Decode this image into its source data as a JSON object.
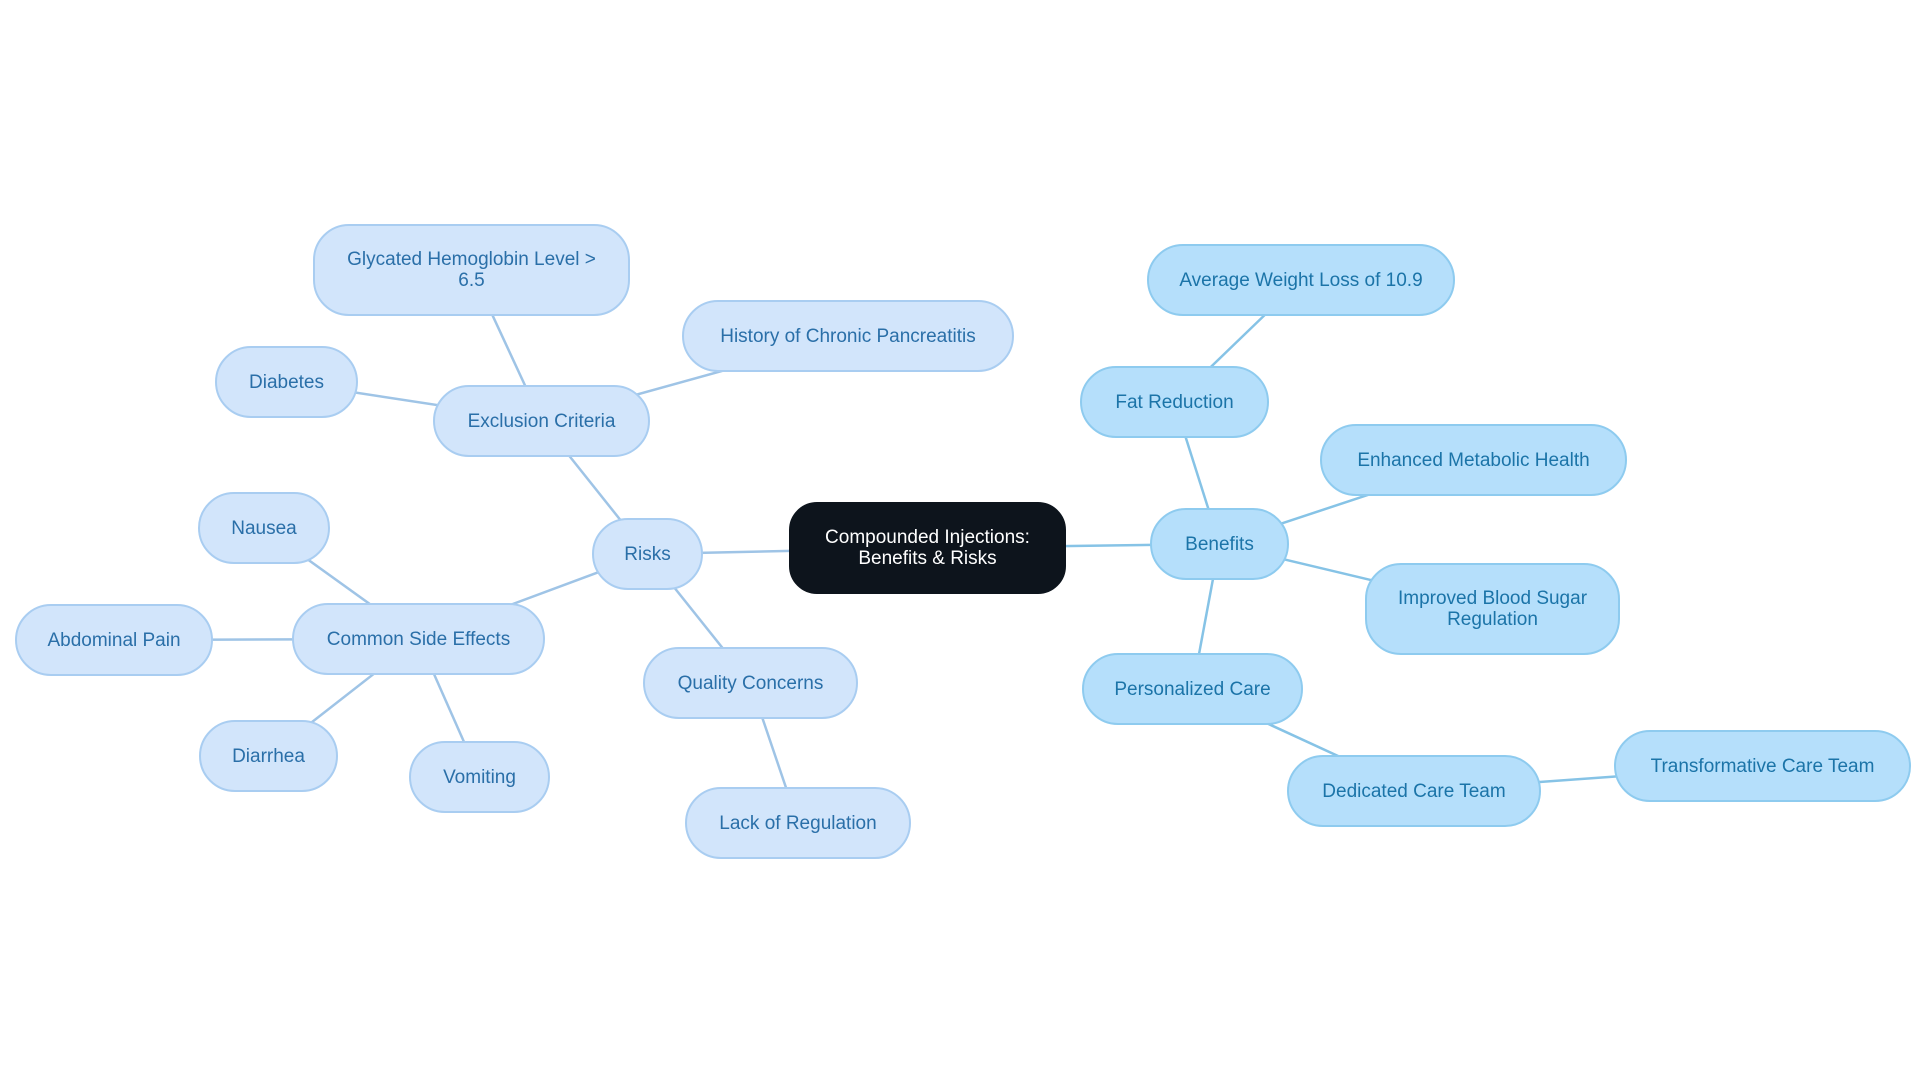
{
  "colors": {
    "center_fill": "#0d141c",
    "center_text": "#ffffff",
    "risk_fill": "#d2e5fb",
    "risk_border": "#a9cdf1",
    "risk_text": "#2a6fa8",
    "benefit_fill": "#b5dffb",
    "benefit_border": "#8ecbef",
    "benefit_text": "#1b74a8",
    "risk_edge": "#9fc4e6",
    "benefit_edge": "#86c3e6"
  },
  "center": {
    "label": "Compounded Injections:\nBenefits & Risks"
  },
  "risks": {
    "label": "Risks",
    "exclusion_criteria": {
      "label": "Exclusion Criteria",
      "glycated_hemoglobin": "Glycated Hemoglobin Level >\n6.5",
      "chronic_pancreatitis": "History of Chronic Pancreatitis",
      "diabetes": "Diabetes"
    },
    "common_side_effects": {
      "label": "Common Side Effects",
      "nausea": "Nausea",
      "abdominal_pain": "Abdominal Pain",
      "diarrhea": "Diarrhea",
      "vomiting": "Vomiting"
    },
    "quality_concerns": {
      "label": "Quality Concerns",
      "lack_of_regulation": "Lack of Regulation"
    }
  },
  "benefits": {
    "label": "Benefits",
    "fat_reduction": {
      "label": "Fat Reduction",
      "average_weight_loss": "Average Weight Loss of 10.9"
    },
    "enhanced_metabolic_health": "Enhanced Metabolic Health",
    "improved_blood_sugar": "Improved Blood Sugar\nRegulation",
    "personalized_care": {
      "label": "Personalized Care",
      "dedicated_care_team": {
        "label": "Dedicated Care Team",
        "transformative_care_team": "Transformative Care Team"
      }
    }
  }
}
